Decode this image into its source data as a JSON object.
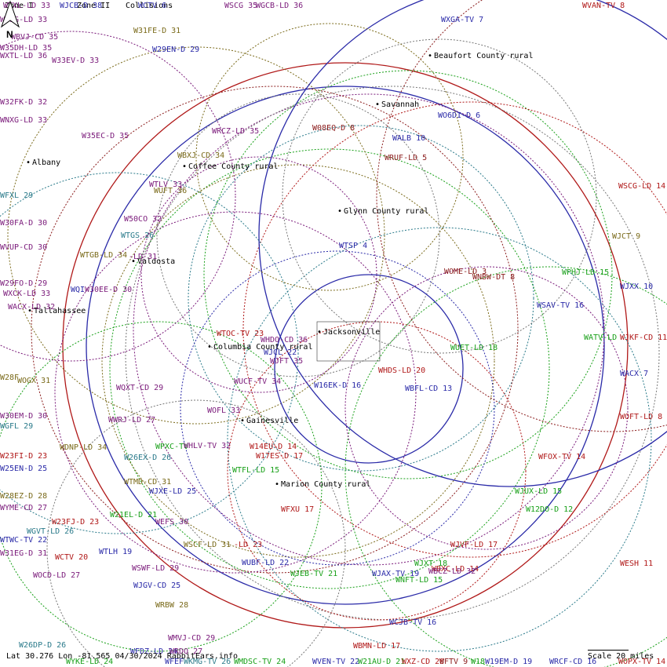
{
  "header": {
    "legend_text": "Zone I",
    "zone_text": "Zone II",
    "collisions": "Collisions"
  },
  "footer": {
    "status": "Lat 30.276 Lon -81.565 04/30/2024 RabbitEars.info"
  },
  "scale": {
    "label": "Scale 20 miles"
  },
  "north": {
    "label": "N"
  },
  "colors": {
    "blue": "#2a2aa8",
    "red": "#b01818",
    "green": "#18a018",
    "purple": "#7a1a7a",
    "olive": "#7a6a1a",
    "teal": "#2a7a8a",
    "gray": "#777777",
    "darkred": "#8a1a1a"
  },
  "places": [
    {
      "name": "Beaufort County rural"
    },
    {
      "name": "Savannah"
    },
    {
      "name": "Albany"
    },
    {
      "name": "Coffee County rural"
    },
    {
      "name": "Glynn County rural"
    },
    {
      "name": "Valdosta"
    },
    {
      "name": "Tallahassee"
    },
    {
      "name": "Jacksonville"
    },
    {
      "name": "Columbia County rural"
    },
    {
      "name": "Gainesville"
    },
    {
      "name": "Marion County rural"
    }
  ],
  "stations": [
    {
      "call": "WJCB-D 38",
      "c": "blue"
    },
    {
      "call": "WCTV 6",
      "c": "blue"
    },
    {
      "call": "WTXL-LD 33",
      "c": "purple"
    },
    {
      "call": "WSCG 35",
      "c": "purple"
    },
    {
      "call": "WGCB-LD 36",
      "c": "purple"
    },
    {
      "call": "WVAN-TV 8",
      "c": "red"
    },
    {
      "call": "WTSG-LD 33",
      "c": "purple"
    },
    {
      "call": "WBVJ-CD 35",
      "c": "purple"
    },
    {
      "call": "WXGA-TV 7",
      "c": "blue"
    },
    {
      "call": "W31FE-D 31",
      "c": "olive"
    },
    {
      "call": "W35DH-LD 35",
      "c": "purple"
    },
    {
      "call": "W29EN-D 29",
      "c": "blue"
    },
    {
      "call": "WXTL-LD 36",
      "c": "purple"
    },
    {
      "call": "W33EV-D 33",
      "c": "purple"
    },
    {
      "call": "W32FK-D 32",
      "c": "purple"
    },
    {
      "call": "WO6DI-D 6",
      "c": "blue"
    },
    {
      "call": "WNXG-LD 33",
      "c": "purple"
    },
    {
      "call": "W08EQ-D 8",
      "c": "darkred"
    },
    {
      "call": "WRCZ-LD 35",
      "c": "purple"
    },
    {
      "call": "WALB 10",
      "c": "blue"
    },
    {
      "call": "W35EC-D 35",
      "c": "purple"
    },
    {
      "call": "WRUF-LD 5",
      "c": "darkred"
    },
    {
      "call": "WBXJ-CD 34",
      "c": "olive"
    },
    {
      "call": "WTLV 33",
      "c": "purple"
    },
    {
      "call": "WUFT 36",
      "c": "olive"
    },
    {
      "call": "WSCG-LD 14",
      "c": "red"
    },
    {
      "call": "WFXL 29",
      "c": "teal"
    },
    {
      "call": "W50CO 32",
      "c": "purple"
    },
    {
      "call": "W30FA-D 30",
      "c": "purple"
    },
    {
      "call": "WTGS 26",
      "c": "teal"
    },
    {
      "call": "WJCT 9",
      "c": "olive"
    },
    {
      "call": "WTSP 4",
      "c": "blue"
    },
    {
      "call": "WVUP-CD 30",
      "c": "purple"
    },
    {
      "call": "WTGB-LD 34",
      "c": "olive"
    },
    {
      "call": "-LD 31",
      "c": "purple"
    },
    {
      "call": "WOME-LD 3",
      "c": "darkred"
    },
    {
      "call": "WPHJ-LD 15",
      "c": "green"
    },
    {
      "call": "W29FO-D 29",
      "c": "purple"
    },
    {
      "call": "WNBW-DT 8",
      "c": "darkred"
    },
    {
      "call": "WJXX 10",
      "c": "blue"
    },
    {
      "call": "WXCK-LD 33",
      "c": "purple"
    },
    {
      "call": "WQI",
      "c": "blue"
    },
    {
      "call": "W30EE-D 30",
      "c": "purple"
    },
    {
      "call": "WSAV-TV 16",
      "c": "blue"
    },
    {
      "call": "WACX-LD 32",
      "c": "purple"
    },
    {
      "call": "WATV-LD",
      "c": "green"
    },
    {
      "call": "WJKF-CD 11",
      "c": "red"
    },
    {
      "call": "WTOC-TV 23",
      "c": "red"
    },
    {
      "call": "WHDO-CD 36",
      "c": "purple"
    },
    {
      "call": "WJCL 22",
      "c": "blue"
    },
    {
      "call": "WUET-LD 18",
      "c": "green"
    },
    {
      "call": "WJFT 35",
      "c": "purple"
    },
    {
      "call": "WHDS-LD 20",
      "c": "red"
    },
    {
      "call": "W28F",
      "c": "olive"
    },
    {
      "call": "WOGX 31",
      "c": "olive"
    },
    {
      "call": "WUCF-TV 34",
      "c": "purple"
    },
    {
      "call": "WACX 7",
      "c": "blue"
    },
    {
      "call": "WQXT-CD 29",
      "c": "purple"
    },
    {
      "call": "W16EK-D 16",
      "c": "blue"
    },
    {
      "call": "WBFL-CD 13",
      "c": "blue"
    },
    {
      "call": "W30EM-D 30",
      "c": "purple"
    },
    {
      "call": "WOFL 33",
      "c": "purple"
    },
    {
      "call": "WOFT-LD 8",
      "c": "red"
    },
    {
      "call": "WGFL 29",
      "c": "teal"
    },
    {
      "call": "WWRJ-LD 27",
      "c": "purple"
    },
    {
      "call": "WDNP-LD 34",
      "c": "olive"
    },
    {
      "call": "WPXC-TV",
      "c": "green"
    },
    {
      "call": "WHLV-TV 32",
      "c": "purple"
    },
    {
      "call": "W14EU-D 14",
      "c": "red"
    },
    {
      "call": "W23FI-D 23",
      "c": "red"
    },
    {
      "call": "W17ES-D 17",
      "c": "red"
    },
    {
      "call": "W26EX-D 26",
      "c": "teal"
    },
    {
      "call": "WFOX-TV 14",
      "c": "red"
    },
    {
      "call": "W25EN-D 25",
      "c": "blue"
    },
    {
      "call": "WTFL-LD 15",
      "c": "green"
    },
    {
      "call": "WTMD-CD 31",
      "c": "olive"
    },
    {
      "call": "W28EZ-D 28",
      "c": "olive"
    },
    {
      "call": "WJXE-LD 25",
      "c": "blue"
    },
    {
      "call": "WJUX-LD 15",
      "c": "green"
    },
    {
      "call": "WYME-CD 27",
      "c": "purple"
    },
    {
      "call": "WFXU 17",
      "c": "red"
    },
    {
      "call": "W12DO-D 12",
      "c": "green"
    },
    {
      "call": "W21EL-D 21",
      "c": "green"
    },
    {
      "call": "W23FJ-D 23",
      "c": "red"
    },
    {
      "call": "WEFS 30",
      "c": "purple"
    },
    {
      "call": "WGVT-LD 26",
      "c": "teal"
    },
    {
      "call": "WTWC-TV 22",
      "c": "blue"
    },
    {
      "call": "WJVF-LD 17",
      "c": "red"
    },
    {
      "call": "WSCF-LD 31",
      "c": "olive"
    },
    {
      "call": "-LD 23",
      "c": "red"
    },
    {
      "call": "WTLH 19",
      "c": "blue"
    },
    {
      "call": "W31EG-D 31",
      "c": "purple"
    },
    {
      "call": "WCTV 20",
      "c": "red"
    },
    {
      "call": "WESH 11",
      "c": "red"
    },
    {
      "call": "WUBF-LD 22",
      "c": "blue"
    },
    {
      "call": "WJXT 18",
      "c": "green"
    },
    {
      "call": "WSWF-LD 29",
      "c": "purple"
    },
    {
      "call": "WOCD-LD 27",
      "c": "purple"
    },
    {
      "call": "WJEB-TV 21",
      "c": "green"
    },
    {
      "call": "WJAX-TV 19",
      "c": "blue"
    },
    {
      "call": "WBXC-LD 14",
      "c": "red"
    },
    {
      "call": "WNFT-LD 15",
      "c": "green"
    },
    {
      "call": "WJGV-CD 25",
      "c": "blue"
    },
    {
      "call": "WRBW 28",
      "c": "olive"
    },
    {
      "call": "WCJB-TV 16",
      "c": "blue"
    },
    {
      "call": "W26DP-D 26",
      "c": "teal"
    },
    {
      "call": "WMVJ-CD 29",
      "c": "purple"
    },
    {
      "call": "WBMN-LD 17",
      "c": "red"
    },
    {
      "call": "WFDZ-LD 24",
      "c": "blue"
    },
    {
      "call": "WRDQ 27",
      "c": "purple"
    },
    {
      "call": "WYKE-LD 24",
      "c": "green"
    },
    {
      "call": "WFEF",
      "c": "blue"
    },
    {
      "call": "WKMG-TV 26",
      "c": "teal"
    },
    {
      "call": "WMDSC-TV 24",
      "c": "green"
    },
    {
      "call": "WVEN-TV 22",
      "c": "blue"
    },
    {
      "call": "W21AU-D 21",
      "c": "green"
    },
    {
      "call": "WXZ-CD 20",
      "c": "red"
    },
    {
      "call": "WFTV 9",
      "c": "darkred"
    },
    {
      "call": "W18",
      "c": "green"
    },
    {
      "call": "W19EM-D 19",
      "c": "blue"
    },
    {
      "call": "WRCF-CD 16",
      "c": "blue"
    },
    {
      "call": "WOPX-TV 14",
      "c": "red"
    },
    {
      "call": "WBCZ-LD 32",
      "c": "purple"
    }
  ]
}
